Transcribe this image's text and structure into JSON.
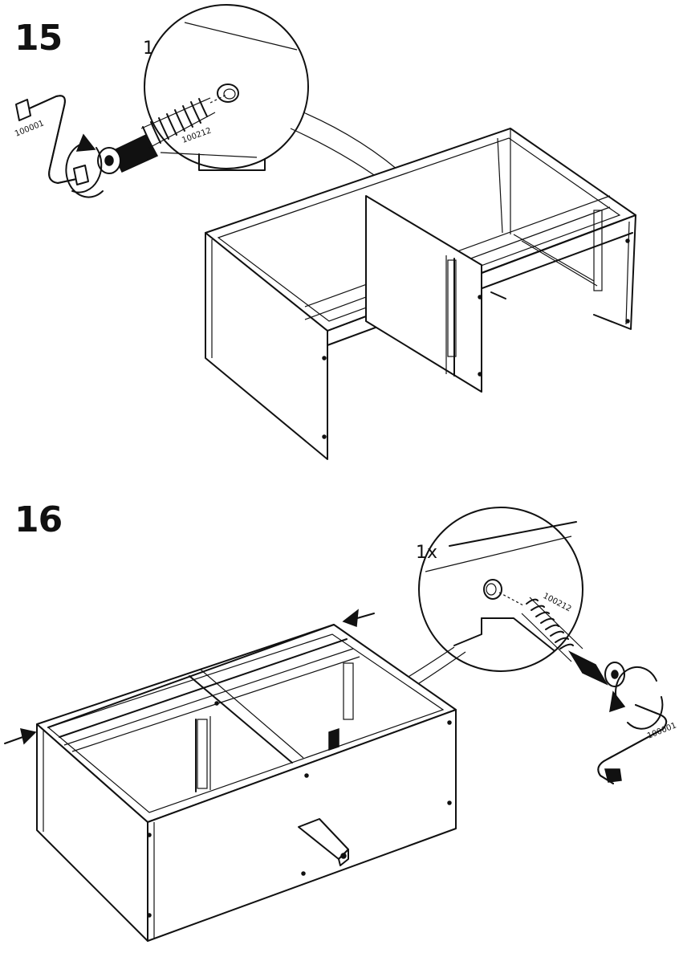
{
  "step15": {
    "number": "15",
    "quantity": "1x",
    "tool_id": "100001",
    "part_id": "100212"
  },
  "step16": {
    "number": "16",
    "quantity": "1x",
    "tool_id": "100001",
    "part_id": "100212"
  },
  "icons": [
    "allen-key-icon",
    "rotate-arrow-icon",
    "screw-icon",
    "push-arrow-icon"
  ]
}
